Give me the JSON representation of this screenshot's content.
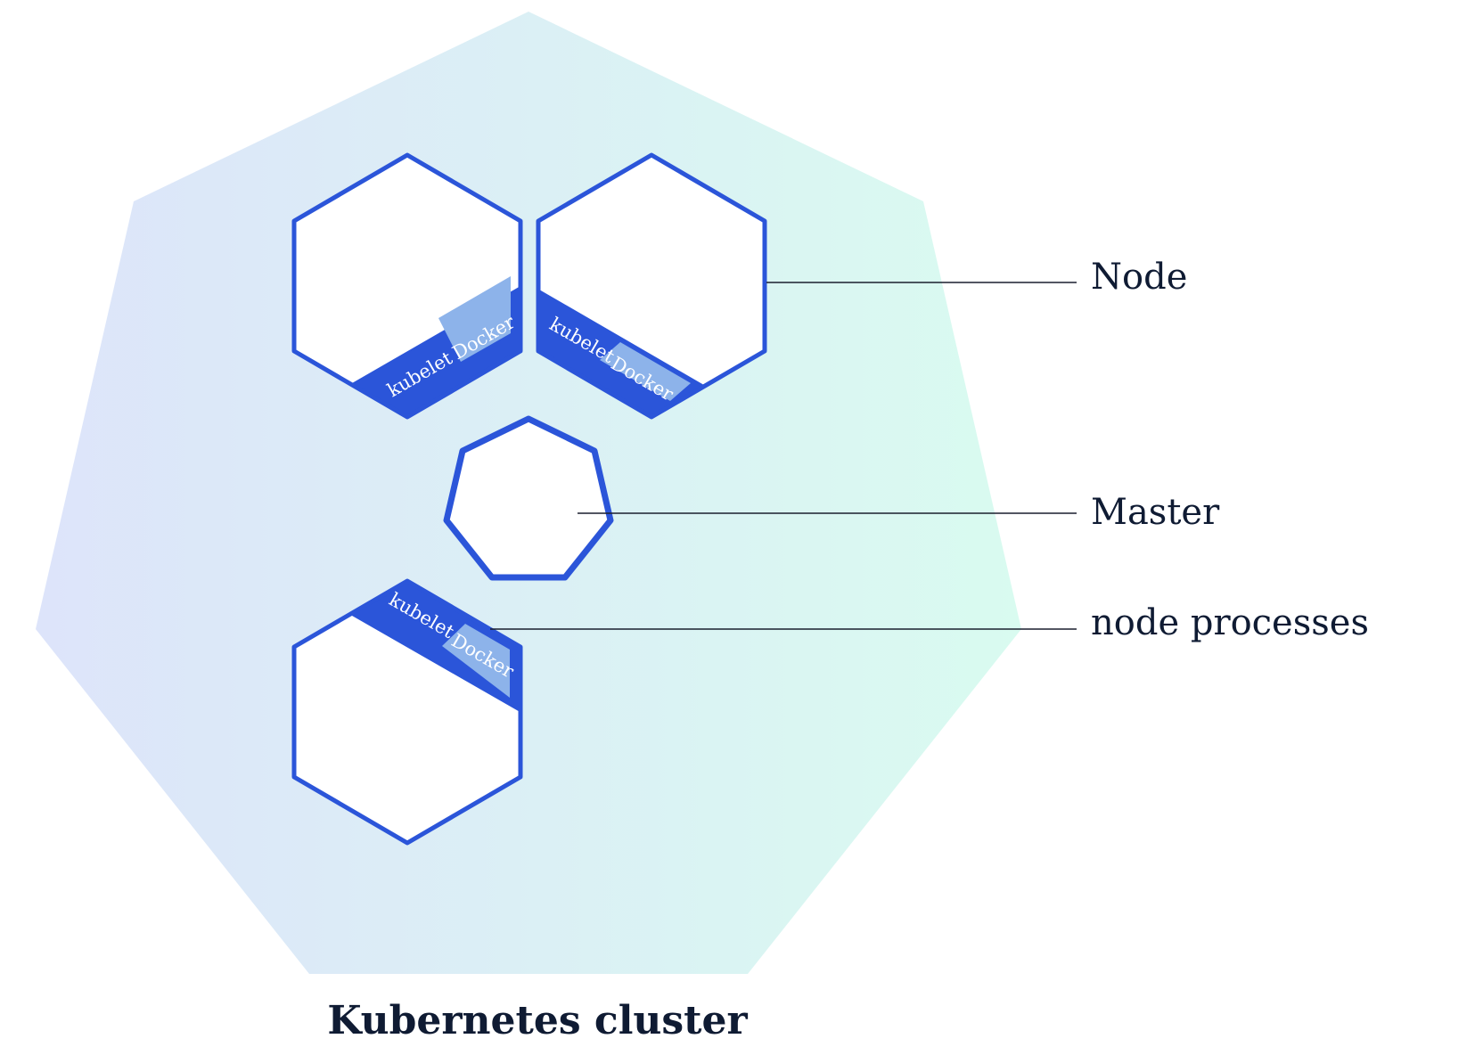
{
  "caption": "Kubernetes cluster",
  "callouts": {
    "node": "Node",
    "master": "Master",
    "node_processes": "node processes"
  },
  "process_labels": {
    "kubelet": "kubelet",
    "docker": "Docker"
  },
  "colors": {
    "node_stroke": "#2b55d9",
    "process_band": "#2b55d9",
    "docker_badge": "#8db3ea",
    "cluster_gradient_left": "#dde4fa",
    "cluster_gradient_right": "#d9fbf0",
    "text": "#0f1b33"
  },
  "icons": {
    "cluster": "heptagon-shape",
    "master": "heptagon-shape",
    "node": "hexagon-shape"
  }
}
